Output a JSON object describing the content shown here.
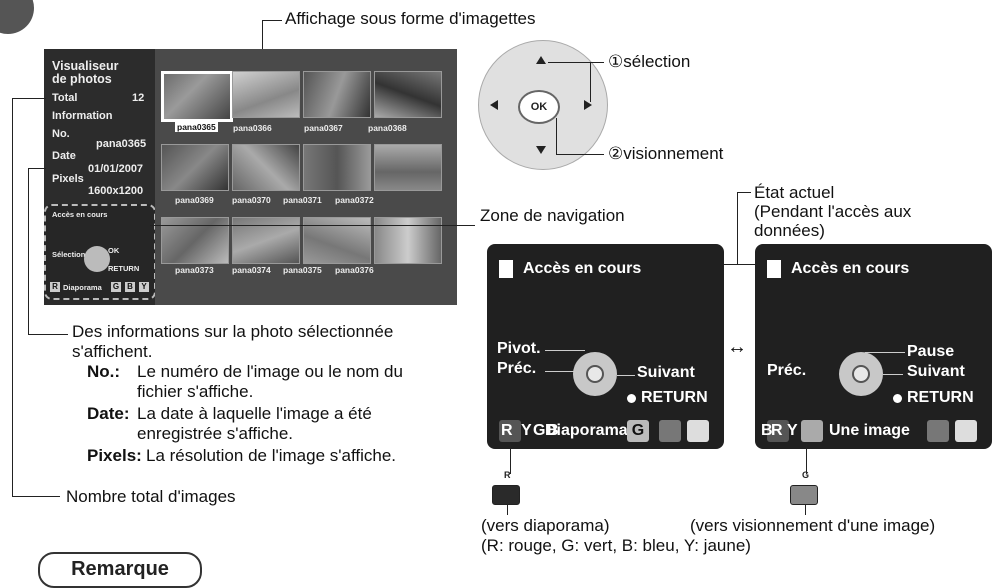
{
  "header": {
    "thumbnail_display": "Affichage sous forme d'imagettes"
  },
  "tv": {
    "title_line1": "Visualiseur",
    "title_line2": "de photos",
    "total_label": "Total",
    "total_value": "12",
    "info_label": "Information",
    "no_label": "No.",
    "no_value": "pana0365",
    "date_label": "Date",
    "date_value": "01/01/2007",
    "pixels_label": "Pixels",
    "pixels_value": "1600x1200",
    "thumbnails": [
      "pana0365",
      "pana0366",
      "pana0367",
      "pana0368",
      "pana0369",
      "pana0370",
      "pana0371",
      "pana0372",
      "pana0373",
      "pana0374",
      "pana0375",
      "pana0376"
    ],
    "mini_nav": {
      "access": "Accès en cours",
      "select": "Sélection",
      "ok": "OK",
      "return": "RETURN",
      "r": "R",
      "slideshow": "Diaporama",
      "g": "G",
      "b": "B",
      "y": "Y"
    }
  },
  "remote": {
    "ok": "OK",
    "select_label": "①sélection",
    "view_label": "②visionnement"
  },
  "nav_zone_label": "Zone de navigation",
  "state": {
    "line1": "État actuel",
    "line2": "(Pendant l'accès aux",
    "line3": "données)"
  },
  "panel_left": {
    "title": "Accès en cours",
    "pivot": "Pivot.",
    "prev": "Préc.",
    "next": "Suivant",
    "return": "RETURN",
    "r": "R",
    "y": "Y",
    "g": "G",
    "b": "B",
    "slideshow": "Diaporama",
    "g_label": "G"
  },
  "panel_right": {
    "title": "Accès en cours",
    "prev": "Préc.",
    "pause": "Pause",
    "next": "Suivant",
    "return": "RETURN",
    "b": "B",
    "r": "R",
    "y": "Y",
    "single": "Une image"
  },
  "toggle_arrow": "↔",
  "color_keys": {
    "r": "R",
    "g": "G"
  },
  "captions": {
    "diaporama": "(vers diaporama)",
    "single": "(vers visionnement d'une image)",
    "colors": "(R:  rouge, G:  vert, B:  bleu, Y:  jaune)"
  },
  "description": {
    "intro1": "Des informations sur la photo sélectionnée",
    "intro2": "s'affichent.",
    "no_term": "No.:",
    "no_text1": "Le numéro de l'image ou le nom du",
    "no_text2": "fichier s'affiche.",
    "date_term": "Date:",
    "date_text1": "La date à laquelle l'image a été",
    "date_text2": "enregistrée s'affiche.",
    "pixels_term": "Pixels:",
    "pixels_text": "La résolution de l'image s'affiche.",
    "total_note": "Nombre total d'images"
  },
  "remarque": "Remarque",
  "colors": {
    "screen_bg": "#1c1c1c",
    "panel_bg": "#202020",
    "red_key": "#2a2a2a",
    "green_key": "#888888"
  }
}
